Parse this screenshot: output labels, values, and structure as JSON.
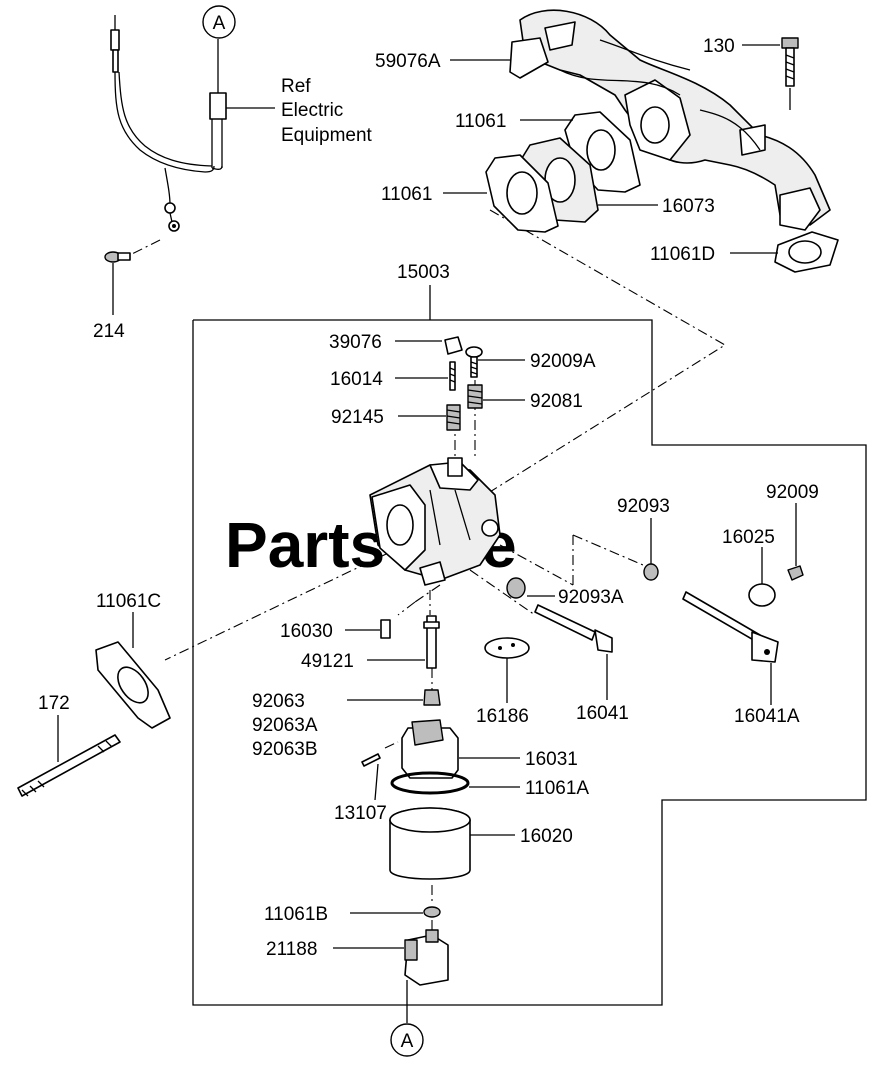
{
  "watermark": "PartsTree",
  "reference_note": {
    "line1": "Ref",
    "line2": "Electric",
    "line3": "Equipment"
  },
  "markers": {
    "top": "A",
    "bottom": "A"
  },
  "labels": {
    "p59076A": "59076A",
    "p130": "130",
    "p11061_upper": "11061",
    "p11061_lower": "11061",
    "p16073": "16073",
    "p11061D": "11061D",
    "p214": "214",
    "p15003": "15003",
    "p39076": "39076",
    "p92009A": "92009A",
    "p16014": "16014",
    "p92081": "92081",
    "p92145": "92145",
    "p92093": "92093",
    "p92009": "92009",
    "p16025": "16025",
    "p92093A": "92093A",
    "p11061C": "11061C",
    "p16030": "16030",
    "p49121": "49121",
    "p16186": "16186",
    "p16041": "16041",
    "p16041A": "16041A",
    "p172": "172",
    "p92063": "92063",
    "p92063A": "92063A",
    "p92063B": "92063B",
    "p16031": "16031",
    "p11061A": "11061A",
    "p13107": "13107",
    "p16020": "16020",
    "p11061B": "11061B",
    "p21188": "21188"
  }
}
